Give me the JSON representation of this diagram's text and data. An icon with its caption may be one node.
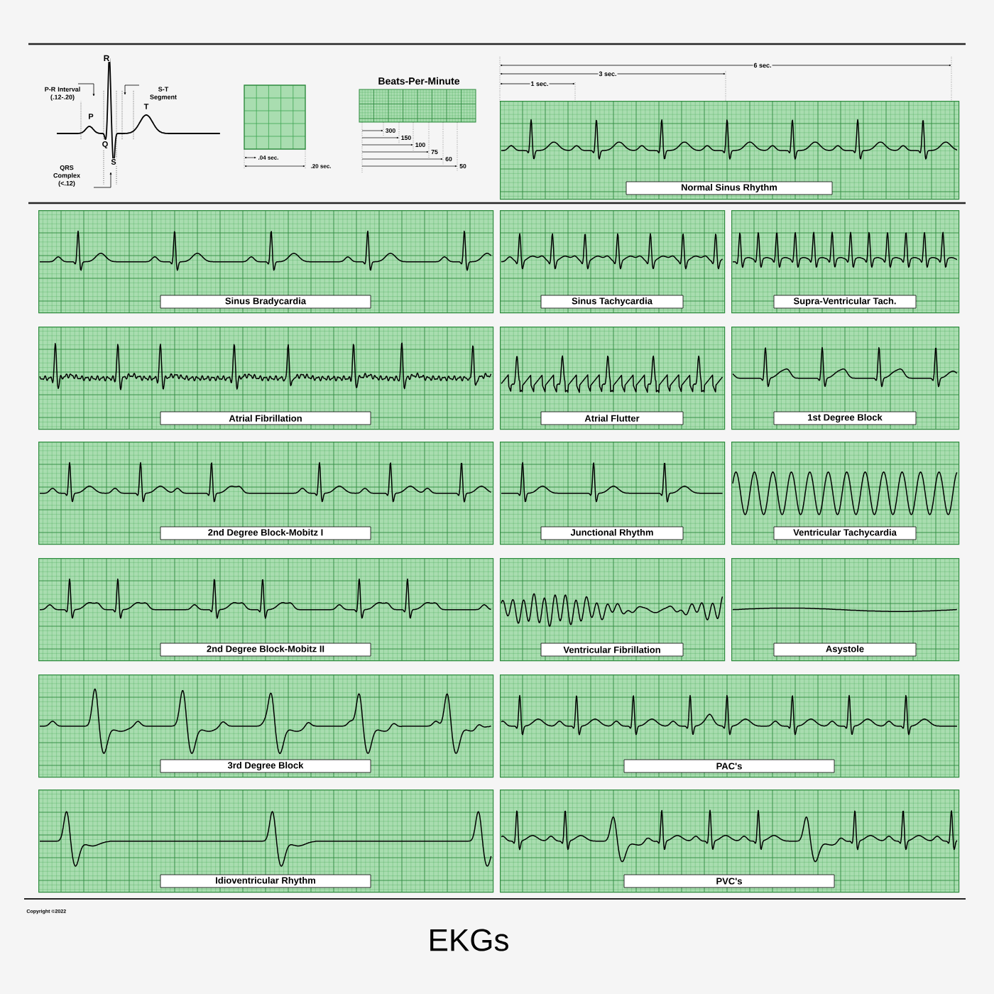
{
  "diagram": {
    "title": "EKGs",
    "nodes": [
      {
        "text": [
          "Normal Sinus Rhythm"
        ]
      },
      {
        "text": [
          "Sinus Bradycardia"
        ]
      },
      {
        "text": [
          "Sinus Tachycardia"
        ]
      },
      {
        "text": [
          "Supra-Ventricular Tach."
        ]
      },
      {
        "text": [
          "Atrial Fibrillation"
        ]
      },
      {
        "text": [
          "Atrial Flutter"
        ]
      },
      {
        "text": [
          "1st Degree Block"
        ]
      },
      {
        "text": [
          "2nd Degree Block-Mobitz I"
        ]
      },
      {
        "text": [
          "Junctional Rhythm"
        ]
      },
      {
        "text": [
          "Ventricular Tachycardia"
        ]
      },
      {
        "text": [
          "2nd Degree Block-Mobitz II"
        ]
      },
      {
        "text": [
          "Ventricular Fibrillation"
        ]
      },
      {
        "text": [
          "Asystole"
        ]
      },
      {
        "text": [
          "3rd Degree Block"
        ]
      },
      {
        "text": [
          "PAC's"
        ]
      },
      {
        "text": [
          "Idioventricular Rhythm"
        ]
      },
      {
        "text": [
          "PVC's"
        ]
      }
    ],
    "labels": [
      "R",
      "P-R Interval (.12-.20)",
      "S-T Segment",
      "Beats-Per-Minute",
      "6 sec.",
      "3 sec.",
      "1 sec.",
      "P",
      "T",
      "Q",
      "S",
      "QRS Complex (<.12)",
      ".04 sec.",
      ".20 sec.",
      "300",
      "150",
      "100",
      "75",
      "60",
      "50",
      "Copyright ©2022"
    ]
  }
}
